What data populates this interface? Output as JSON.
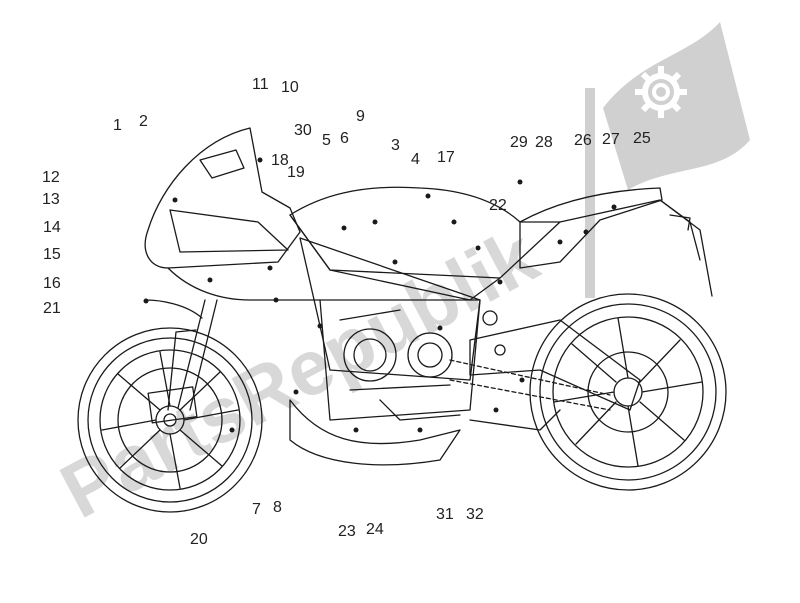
{
  "diagram": {
    "type": "exploded-parts-callouts",
    "subject": "sport motorcycle side view",
    "line_color": "#1a1a1a",
    "callouts": [
      "1",
      "2",
      "3",
      "4",
      "5",
      "6",
      "7",
      "8",
      "9",
      "10",
      "11",
      "12",
      "13",
      "14",
      "15",
      "16",
      "17",
      "18",
      "19",
      "20",
      "21",
      "22",
      "23",
      "24",
      "25",
      "26",
      "27",
      "28",
      "29",
      "30",
      "31",
      "32"
    ]
  },
  "watermark": {
    "text": "PartsRepublik",
    "color": "#d8d8d8",
    "icon": "gear-icon"
  }
}
